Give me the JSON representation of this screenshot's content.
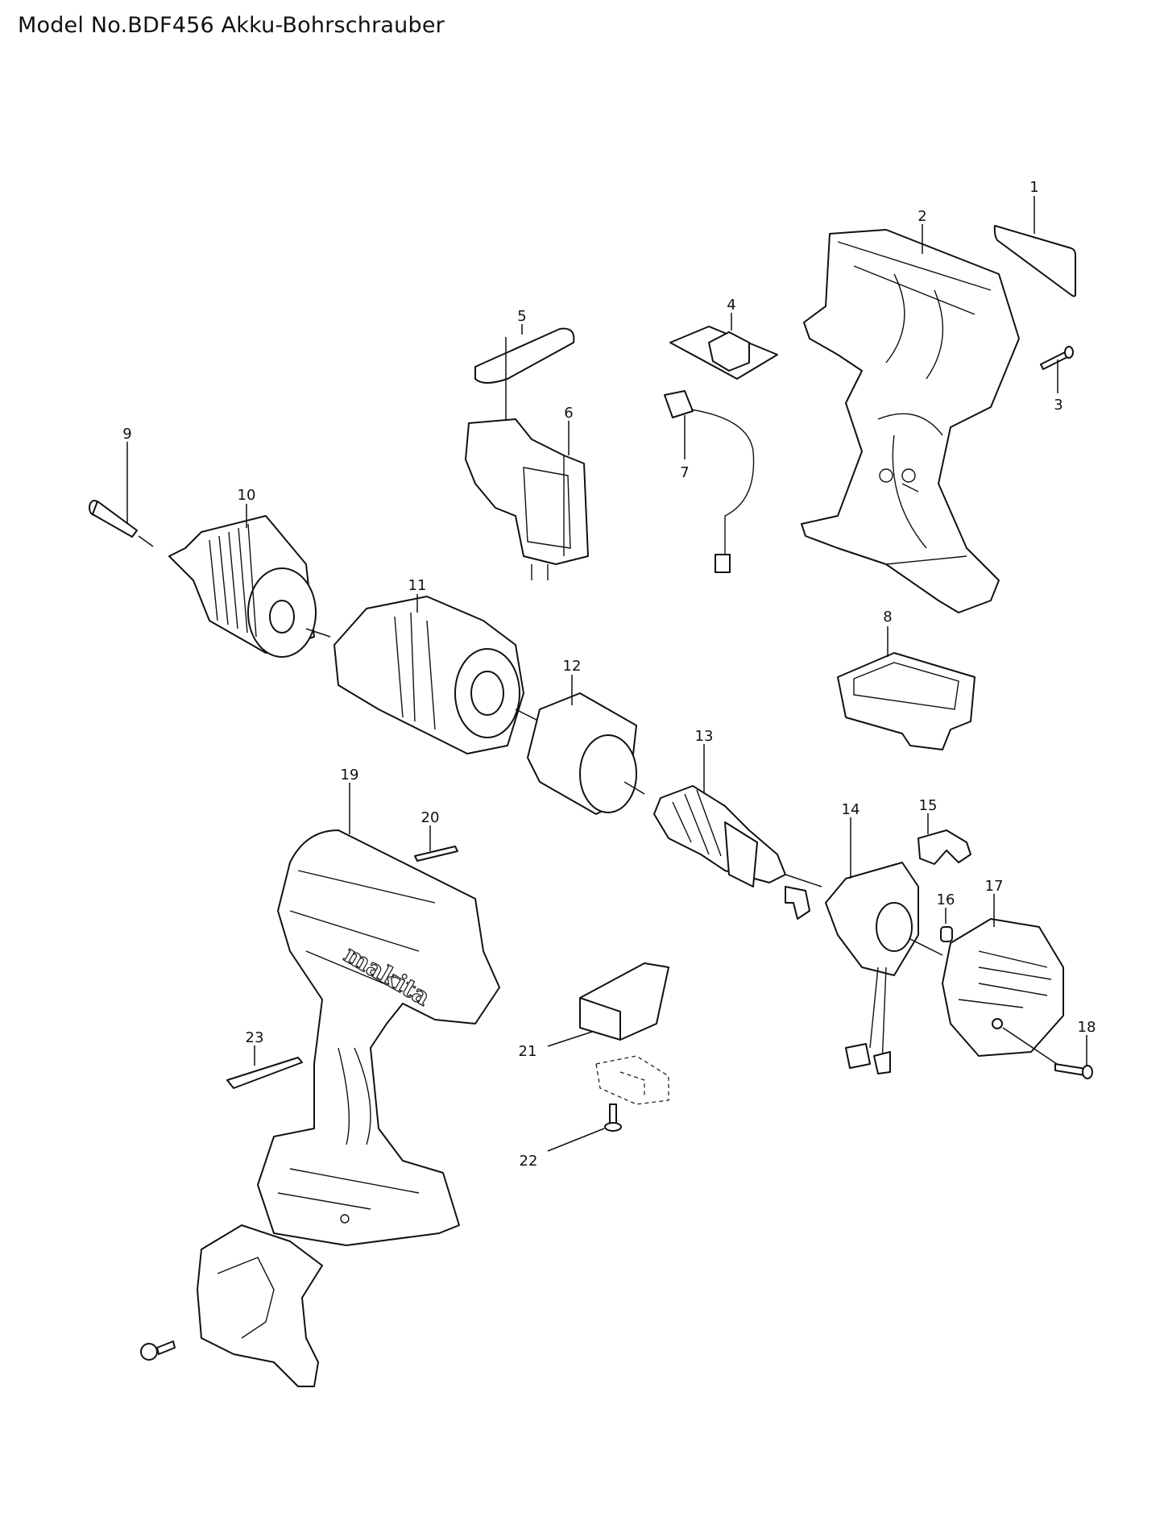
{
  "title": "Model No.BDF456 Akku-Bohrschrauber",
  "labels": [
    "1",
    "2",
    "3",
    "4",
    "5",
    "6",
    "7",
    "8",
    "9",
    "10",
    "11",
    "12",
    "13",
    "14",
    "15",
    "16",
    "17",
    "18",
    "19",
    "20",
    "21",
    "22",
    "23"
  ],
  "logo_text": "makita"
}
